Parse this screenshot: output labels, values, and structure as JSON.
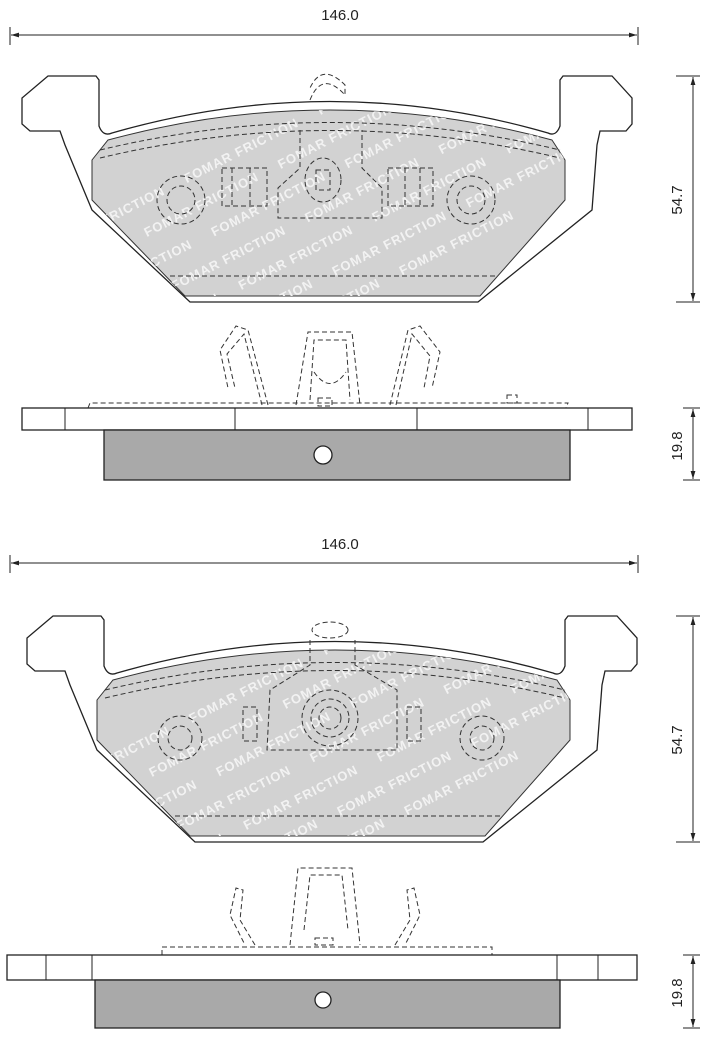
{
  "watermark": "FOMAR FRICTION",
  "views": [
    {
      "width_label": "146.0",
      "height_label": "54.7",
      "thickness_label": "19.8"
    },
    {
      "width_label": "146.0",
      "height_label": "54.7",
      "thickness_label": "19.8"
    }
  ],
  "colors": {
    "friction": "#d2d2d2",
    "side_block": "#a9a9a9",
    "line": "#222222"
  }
}
